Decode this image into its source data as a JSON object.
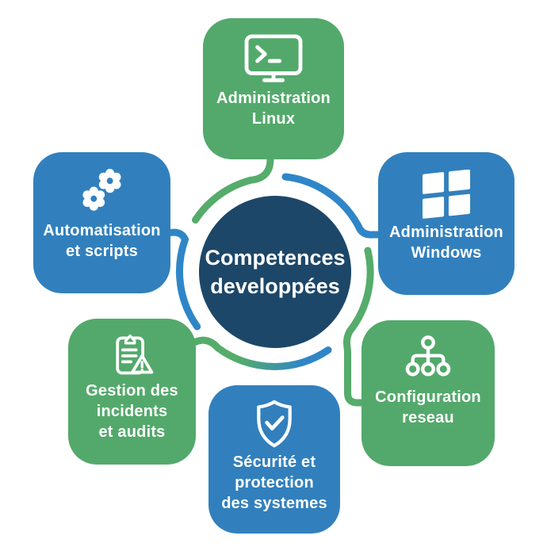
{
  "title": "Competences developpées diagram",
  "colors": {
    "box_green": "#53A96B",
    "box_blue": "#3180BD",
    "center_navy": "#1D4768",
    "arc_green": "#55AC6B",
    "arc_blue": "#2F86C7",
    "text": "#FFFFFF",
    "background": "#FFFFFF"
  },
  "center": {
    "lines": [
      "Competences",
      "developpées"
    ]
  },
  "nodes": {
    "linux": {
      "lines": [
        "Administration",
        "Linux"
      ],
      "color": "green",
      "icon": "terminal-monitor-icon"
    },
    "windows": {
      "lines": [
        "Administration",
        "Windows"
      ],
      "color": "blue",
      "icon": "windows-logo-icon"
    },
    "automatisation": {
      "lines": [
        "Automatisation",
        "et scripts"
      ],
      "color": "blue",
      "icon": "gears-icon"
    },
    "gestion": {
      "lines": [
        "Gestion des",
        "incidents",
        "et audits"
      ],
      "color": "green",
      "icon": "clipboard-warning-icon"
    },
    "securite": {
      "lines": [
        "Sécurité et",
        "protection",
        "des systemes"
      ],
      "color": "blue",
      "icon": "shield-check-icon"
    },
    "configuration": {
      "lines": [
        "Configuration",
        "reseau"
      ],
      "color": "green",
      "icon": "network-tree-icon"
    }
  }
}
